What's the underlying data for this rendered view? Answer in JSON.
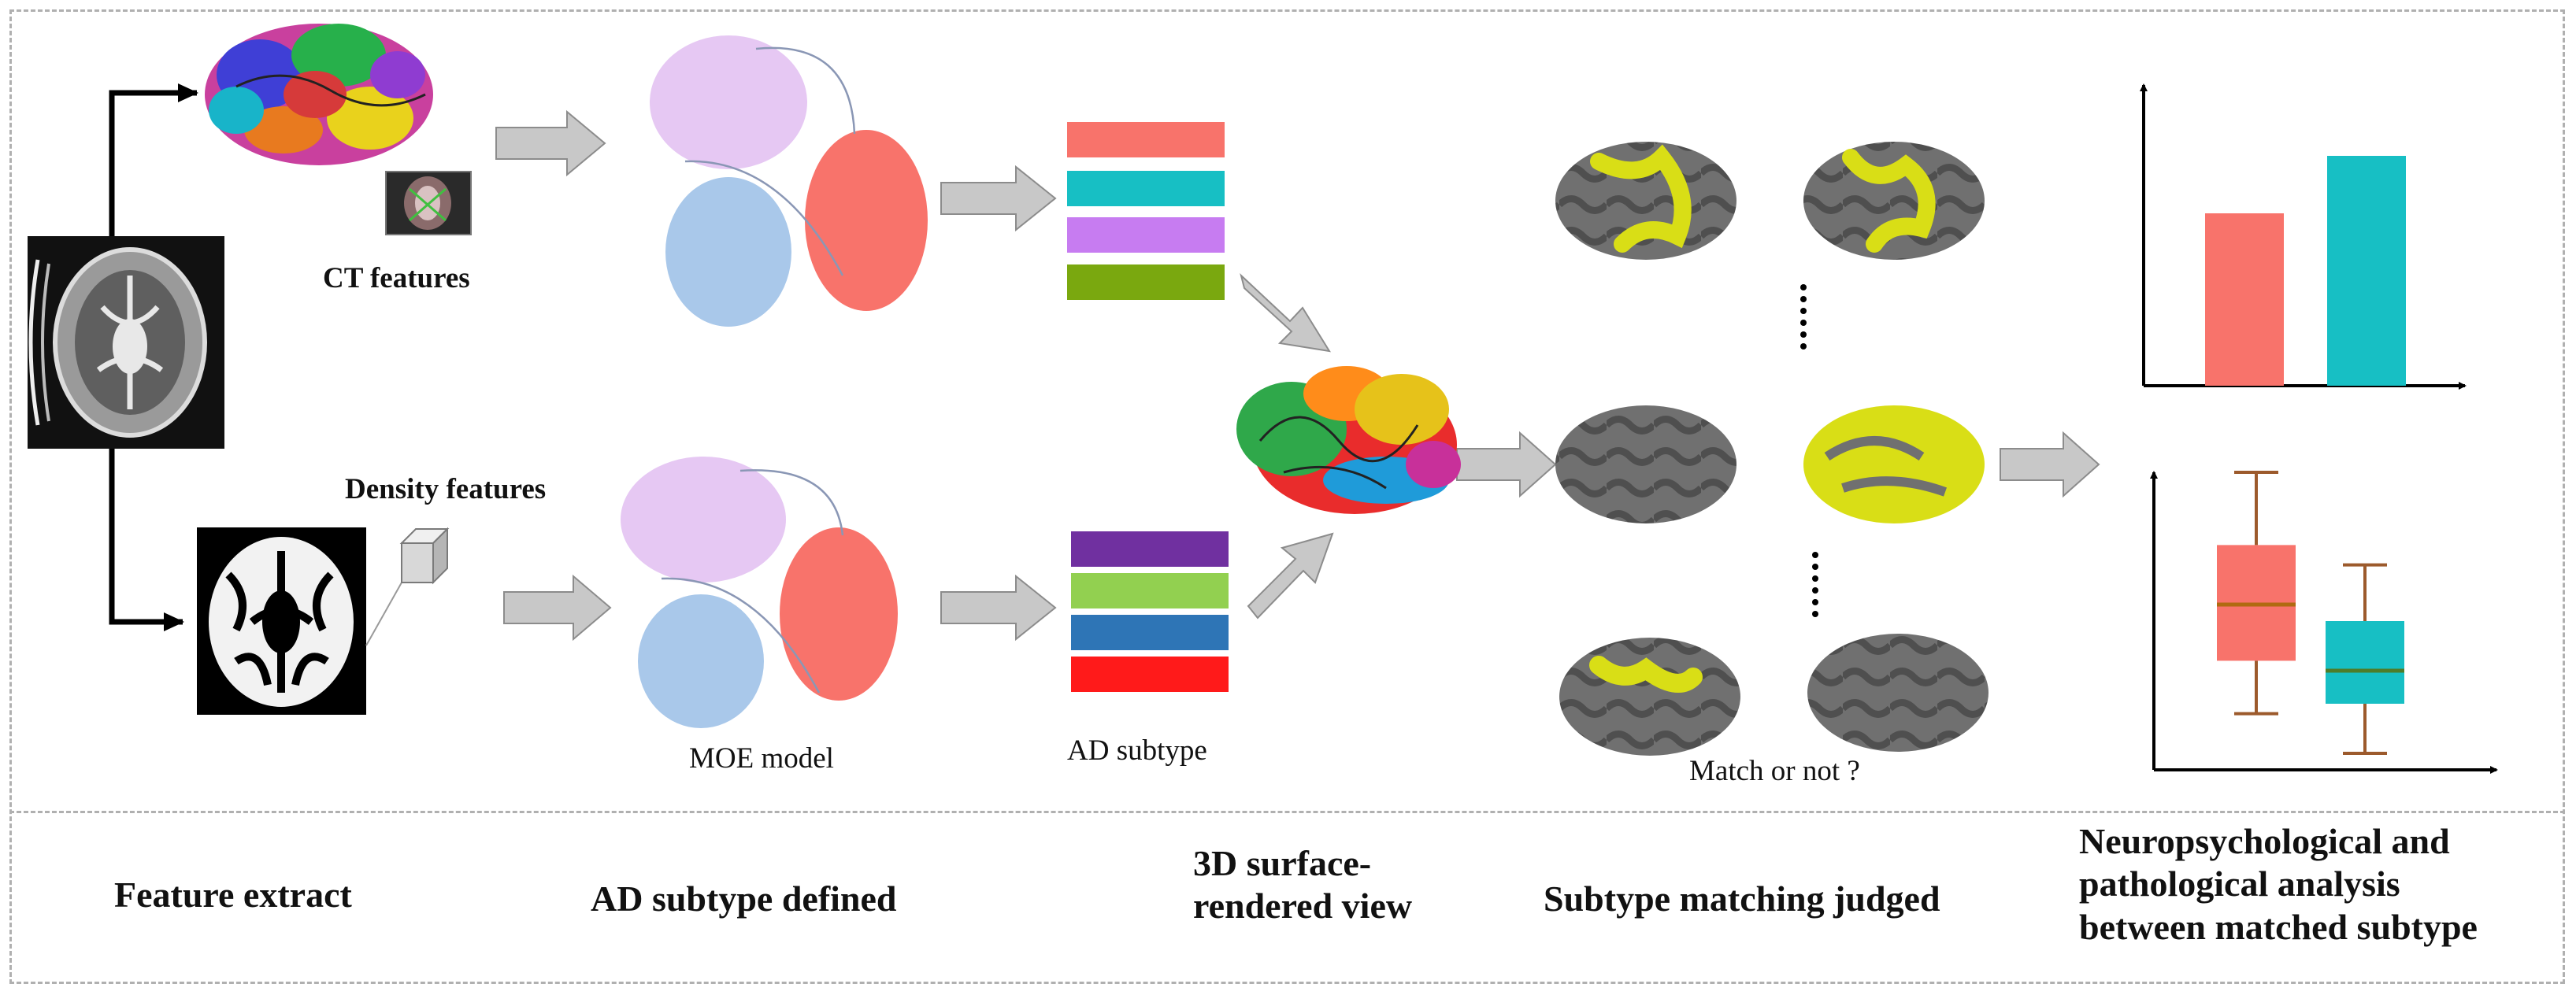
{
  "labels": {
    "ct_features": "CT features",
    "density_features": "Density features",
    "moe_model": "MOE model",
    "ad_subtype": "AD subtype",
    "match_or_not": "Match or not ?"
  },
  "stages": {
    "feature_extract": "Feature extract",
    "ad_subtype_defined": "AD subtype defined",
    "surface_line1": "3D surface-",
    "surface_line2": "rendered view",
    "subtype_matching": "Subtype matching judged",
    "neuro_line1": "Neuropsychological and",
    "neuro_line2": "pathological analysis",
    "neuro_line3": "between matched subtype"
  },
  "colors": {
    "salmon": "#f8736b",
    "teal": "#17bfc4",
    "lavender": "#e6c8f3",
    "light_blue": "#a9c8ea",
    "purple": "#c77cf1",
    "olive_green": "#7aa80f",
    "dark_purple": "#7030a0",
    "light_green": "#92d050",
    "blue": "#2e75b6",
    "red": "#ff1a1a",
    "brain_gray": "#6e6e6e",
    "highlight_yellow": "#d9de16"
  },
  "subtype_bars_top": [
    "salmon",
    "teal",
    "purple",
    "olive_green"
  ],
  "subtype_bars_bottom": [
    "dark_purple",
    "light_green",
    "blue",
    "red"
  ],
  "icons": [
    "mri-axial-slice-icon",
    "parcellated-brain-icon",
    "ct-thumbnail-icon",
    "segmented-brain-slice-icon",
    "cube-icon",
    "colored-brain-3d-icon",
    "inflated-brain-surface-icon"
  ],
  "chart_data": [
    {
      "type": "bar",
      "categories": [
        "",
        ""
      ],
      "values": [
        0.75,
        1.0
      ],
      "colors": [
        "#f8736b",
        "#17bfc4"
      ],
      "title": "",
      "xlabel": "",
      "ylabel": "",
      "note_values": "relative heights; no axis scale printed",
      "grid": false
    },
    {
      "type": "boxplot",
      "boxes": [
        {
          "whisker_low": 0.17,
          "q1": 0.33,
          "median": 0.5,
          "q3": 0.68,
          "whisker_high": 0.9,
          "color": "#f8736b"
        },
        {
          "whisker_low": 0.05,
          "q1": 0.2,
          "median": 0.3,
          "q3": 0.45,
          "whisker_high": 0.62,
          "color": "#17bfc4"
        }
      ],
      "title": "",
      "xlabel": "",
      "ylabel": "",
      "grid": false
    }
  ]
}
